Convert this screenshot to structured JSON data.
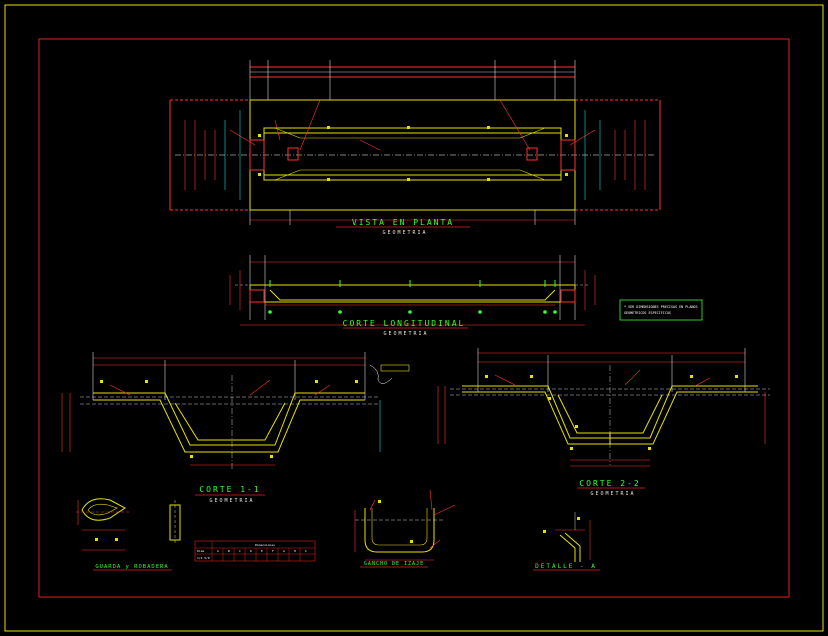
{
  "drawing": {
    "frame_color": "#e6d000",
    "border_color": "#e02020",
    "views": {
      "plan": {
        "title": "VISTA EN PLANTA",
        "subtitle": "GEOMETRIA"
      },
      "longitudinal": {
        "title": "CORTE LONGITUDINAL",
        "subtitle": "GEOMETRIA"
      },
      "section_1": {
        "title": "CORTE 1-1",
        "subtitle": "GEOMETRIA"
      },
      "section_2": {
        "title": "CORTE 2-2",
        "subtitle": "GEOMETRIA"
      },
      "guard": {
        "title": "GUARDA y ROBADERA"
      },
      "hook": {
        "title": "GANCHO DE IZAJE"
      },
      "detail": {
        "title": "DETALLE - A"
      }
    },
    "note_box": {
      "line1": "* VER DIMENSIONES PRECISAS EN PLANOS",
      "line2": "  GEOMETRICOS ESPECIFICOS"
    },
    "table": {
      "header": "Dimensiones",
      "row_labels": [
        "Diam",
        "1/2  5/8"
      ],
      "columns": [
        "A",
        "B",
        "C",
        "D",
        "E",
        "F",
        "G",
        "H",
        "I"
      ]
    },
    "colors": {
      "yellow": "#e6e000",
      "cyan": "#00e0e0",
      "red": "#ff2a2a",
      "green": "#33ff33",
      "white": "#ffffff",
      "magenta": "#ff40ff"
    }
  }
}
